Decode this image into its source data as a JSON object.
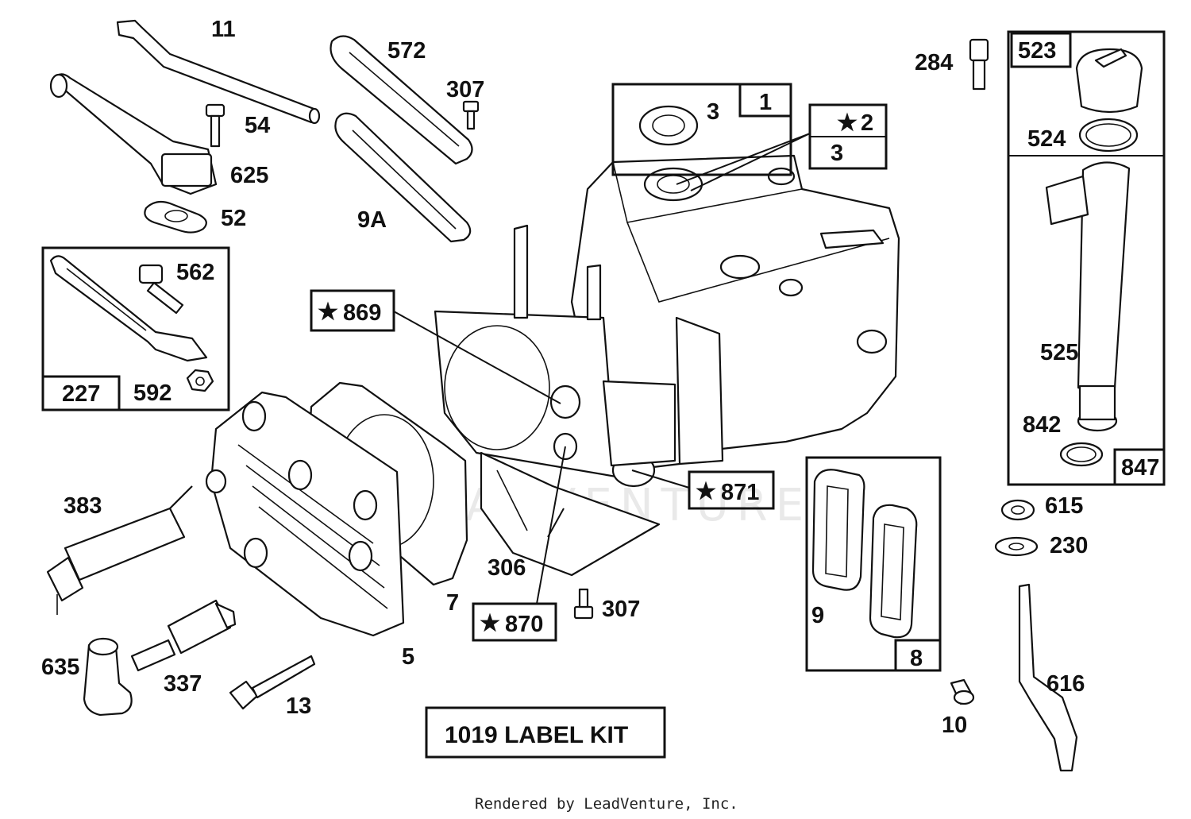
{
  "watermark": "LEADVENTURE",
  "footer": "Rendered by LeadVenture, Inc.",
  "star": "★",
  "kit_label": "1019 LABEL KIT",
  "callouts": {
    "p11": "11",
    "p54": "54",
    "p625": "625",
    "p52": "52",
    "p572": "572",
    "p307a": "307",
    "p9A": "9A",
    "p3a": "3",
    "p1": "1",
    "p2": "2",
    "p3b": "3",
    "p284": "284",
    "p523": "523",
    "p524": "524",
    "p525": "525",
    "p842": "842",
    "p847": "847",
    "p562": "562",
    "p227": "227",
    "p592": "592",
    "p869": "869",
    "p871": "871",
    "p870": "870",
    "p306": "306",
    "p7": "7",
    "p307b": "307",
    "p383": "383",
    "p635": "635",
    "p337": "337",
    "p13": "13",
    "p5": "5",
    "p9": "9",
    "p8": "8",
    "p10": "10",
    "p615": "615",
    "p230": "230",
    "p616": "616"
  }
}
